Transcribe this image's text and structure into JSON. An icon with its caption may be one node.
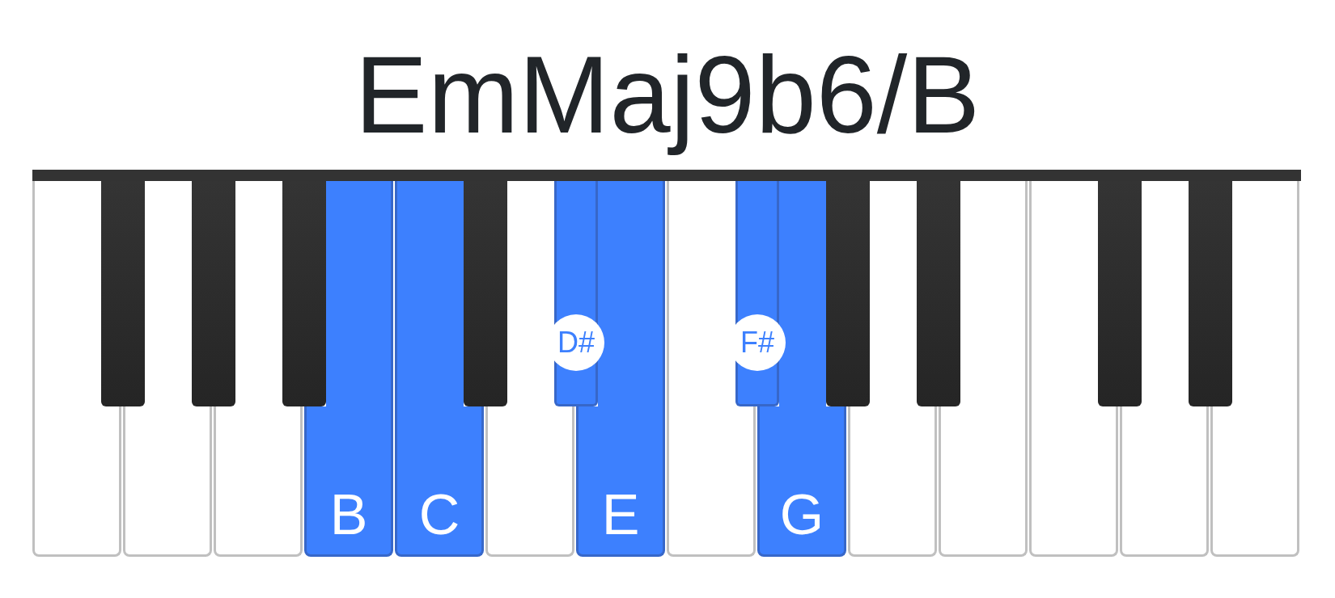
{
  "diagram": {
    "title": "EmMaj9b6/B",
    "nodes": [
      {
        "text": [],
        "shape": "bar"
      },
      {
        "text": [],
        "shape": "box"
      },
      {
        "text": [],
        "shape": "box"
      },
      {
        "text": [],
        "shape": "box"
      },
      {
        "text": [],
        "shape": "box"
      },
      {
        "text": [],
        "shape": "box"
      },
      {
        "text": [],
        "shape": "box"
      },
      {
        "text": [
          "B"
        ]
      },
      {
        "text": [
          "C"
        ]
      },
      {
        "text": [],
        "shape": "box"
      },
      {
        "text": [],
        "shape": "box"
      },
      {
        "text": [
          "D#"
        ]
      },
      {
        "text": [
          "E"
        ]
      },
      {
        "text": [],
        "shape": "box"
      },
      {
        "text": [
          "F#"
        ]
      },
      {
        "text": [
          "G"
        ]
      },
      {
        "text": [],
        "shape": "box"
      },
      {
        "text": [],
        "shape": "box"
      },
      {
        "text": [],
        "shape": "box"
      },
      {
        "text": [],
        "shape": "box"
      },
      {
        "text": [],
        "shape": "box"
      },
      {
        "text": [],
        "shape": "box"
      },
      {
        "text": [],
        "shape": "box"
      },
      {
        "text": [],
        "shape": "box"
      },
      {
        "text": [],
        "shape": "box"
      }
    ]
  }
}
